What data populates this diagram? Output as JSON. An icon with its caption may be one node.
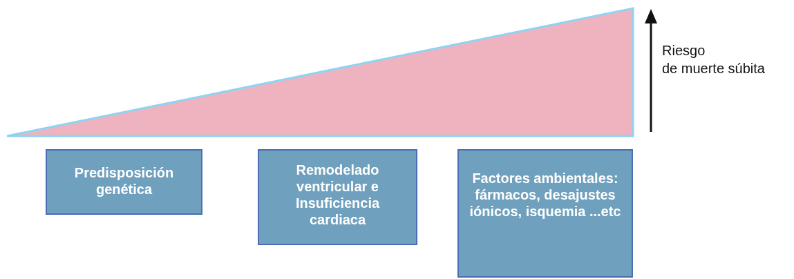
{
  "diagram": {
    "nodes": [
      {
        "text": [
          "Predisposición genética"
        ]
      },
      {
        "text": [
          "Remodelado ventricular e Insuficiencia cardiaca"
        ]
      },
      {
        "text": [
          "Factores ambientales: fármacos, desajustes iónicos, isquemia ...etc"
        ]
      }
    ],
    "labels": [
      "Riesgo",
      "de muerte súbita"
    ]
  }
}
